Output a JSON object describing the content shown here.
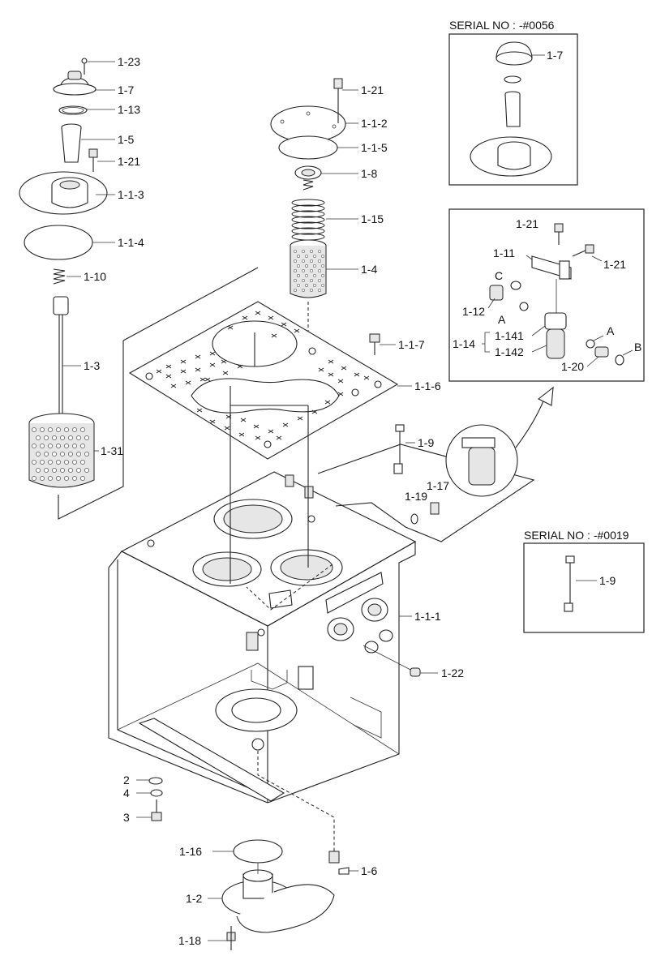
{
  "labels": {
    "l_1_23": "1-23",
    "l_1_7_top": "1-7",
    "l_1_13": "1-13",
    "l_1_5": "1-5",
    "l_1_21_left": "1-21",
    "l_1_1_3": "1-1-3",
    "l_1_1_4": "1-1-4",
    "l_1_10": "1-10",
    "l_1_3": "1-3",
    "l_1_31": "1-31",
    "l_1_21_mid": "1-21",
    "l_1_1_2": "1-1-2",
    "l_1_1_5": "1-1-5",
    "l_1_8": "1-8",
    "l_1_15": "1-15",
    "l_1_4": "1-4",
    "l_1_1_7": "1-1-7",
    "l_1_1_6": "1-1-6",
    "l_1_9": "1-9",
    "l_1_19": "1-19",
    "l_1_17": "1-17",
    "l_1_1_1": "1-1-1",
    "l_1_22": "1-22",
    "l_2": "2",
    "l_4": "4",
    "l_3": "3",
    "l_1_16": "1-16",
    "l_1_6": "1-6",
    "l_1_2": "1-2",
    "l_1_18": "1-18"
  },
  "serial_box_1": {
    "header": "SERIAL NO : -#0056",
    "l_1_7": "1-7"
  },
  "detail_box": {
    "l_1_21_a": "1-21",
    "l_1_11": "1-11",
    "l_1_21_b": "1-21",
    "l_c": "C",
    "l_1_12": "1-12",
    "l_a1": "A",
    "l_1_14": "1-14",
    "l_1_141": "1-141",
    "l_1_142": "1-142",
    "l_a2": "A",
    "l_b": "B",
    "l_1_20": "1-20"
  },
  "serial_box_2": {
    "header": "SERIAL NO : -#0019",
    "l_1_9": "1-9"
  }
}
